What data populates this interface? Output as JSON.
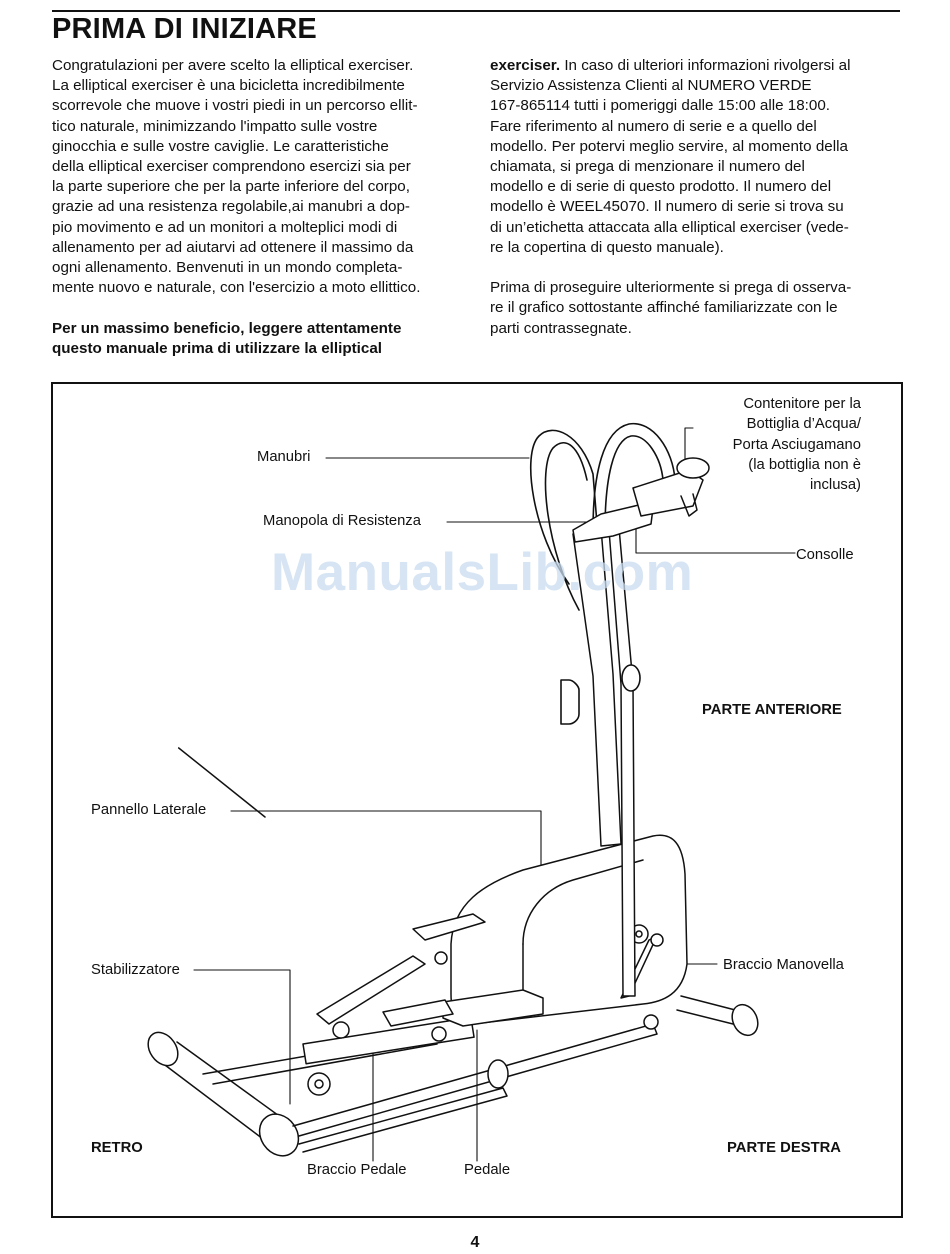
{
  "header": {
    "title": "PRIMA DI INIZIARE"
  },
  "left_column": {
    "paragraph1": [
      "Congratulazioni per avere scelto la elliptical exerciser.",
      "La elliptical exerciser è una bicicletta incredibilmente",
      "scorrevole che muove i vostri piedi in un percorso ellit-",
      "tico naturale, minimizzando l'impatto sulle vostre",
      "ginocchia e sulle vostre caviglie. Le caratteristiche",
      "della elliptical exerciser comprendono esercizi sia per",
      "la parte superiore che per la parte inferiore del corpo,",
      "grazie ad una resistenza regolabile,ai manubri a dop-",
      "pio movimento e ad un monitori a molteplici modi di",
      "allenamento per ad aiutarvi ad ottenere il massimo da",
      "ogni allenamento. Benvenuti in un mondo completa-",
      "mente nuovo e naturale, con l'esercizio a moto ellittico."
    ],
    "paragraph2_bold": [
      "Per un massimo beneficio, leggere attentamente",
      "questo manuale prima di utilizzare la elliptical"
    ]
  },
  "right_column": {
    "first_line_bold": "exerciser.",
    "first_line_rest": " In caso di ulteriori informazioni rivolgersi al",
    "paragraph1": [
      "Servizio Assistenza Clienti al NUMERO VERDE",
      "167-865114 tutti i pomeriggi dalle 15:00 alle 18:00.",
      "Fare riferimento al numero di serie e a quello del",
      "modello. Per potervi meglio servire, al momento della",
      "chiamata, si prega di menzionare il numero del",
      "modello e di serie di questo prodotto. Il numero del",
      "modello è WEEL45070. Il numero di serie si trova su",
      "di un’etichetta attaccata alla elliptical exerciser (vede-",
      "re la copertina di questo manuale)."
    ],
    "paragraph2": [
      "Prima di proseguire ulteriormente si prega di osserva-",
      "re il grafico sottostante affinché familiarizzate con le",
      "parti contrassegnate."
    ]
  },
  "diagram": {
    "labels": {
      "contenitore": [
        "Contenitore per la",
        "Bottiglia d’Acqua/",
        "Porta Asciugamano",
        "(la bottiglia non è",
        "inclusa)"
      ],
      "manubri": "Manubri",
      "manopola": "Manopola di Resistenza",
      "consolle": "Consolle",
      "parte_anteriore": "PARTE ANTERIORE",
      "pannello": "Pannello Laterale",
      "stabilizzatore": "Stabilizzatore",
      "braccio_manovella": "Braccio Manovella",
      "retro": "RETRO",
      "parte_destra": "PARTE DESTRA",
      "braccio_pedale": "Braccio Pedale",
      "pedale": "Pedale"
    },
    "watermark": "ManualsLib.com"
  },
  "footer": {
    "page_number": "4"
  }
}
